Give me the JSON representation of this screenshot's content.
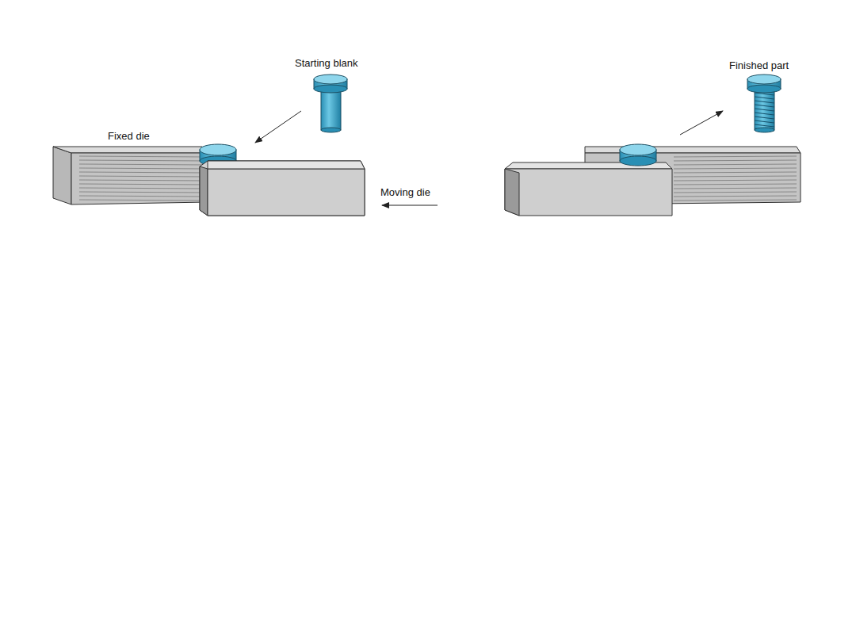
{
  "diagram": {
    "labels": [
      "Starting blank",
      "Fixed die",
      "Moving die",
      "Finished part"
    ]
  }
}
